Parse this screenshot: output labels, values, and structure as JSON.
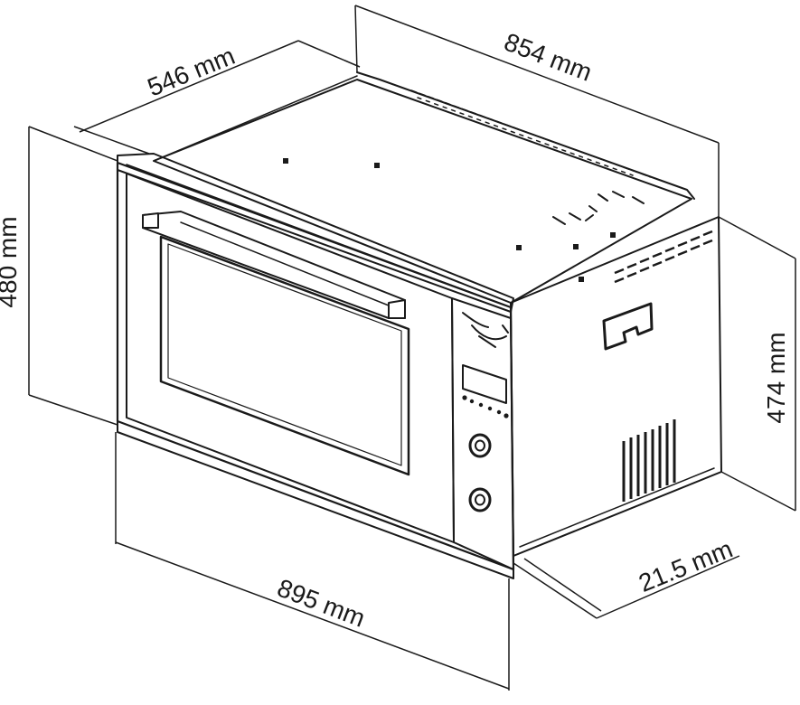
{
  "dimensions": {
    "top_depth": "546 mm",
    "top_width": "854 mm",
    "left_height": "480 mm",
    "right_height": "474 mm",
    "bottom_width": "895 mm",
    "frame_thickness": "21.5 mm"
  },
  "colors": {
    "line": "#1a1a1a",
    "background": "#ffffff"
  }
}
